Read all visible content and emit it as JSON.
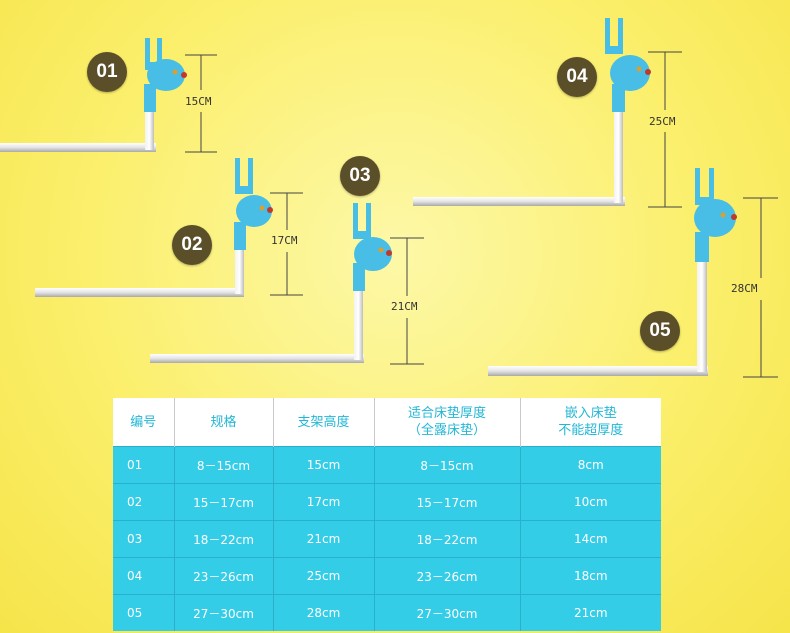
{
  "badges": [
    "01",
    "02",
    "03",
    "04",
    "05"
  ],
  "measurements": [
    "15CM",
    "17CM",
    "21CM",
    "25CM",
    "28CM"
  ],
  "table": {
    "headers": [
      "编号",
      "规格",
      "支架高度",
      "适合床垫厚度\n（全露床垫）",
      "嵌入床垫\n不能超厚度"
    ],
    "rows": [
      [
        "01",
        "8－15cm",
        "15cm",
        "8－15cm",
        "8cm"
      ],
      [
        "02",
        "15－17cm",
        "17cm",
        "15－17cm",
        "10cm"
      ],
      [
        "03",
        "18－22cm",
        "21cm",
        "18－22cm",
        "14cm"
      ],
      [
        "04",
        "23－26cm",
        "25cm",
        "23－26cm",
        "18cm"
      ],
      [
        "05",
        "27－30cm",
        "28cm",
        "27－30cm",
        "21cm"
      ]
    ]
  },
  "colors": {
    "accent": "#33cde8",
    "badge": "#5b4f2a",
    "bracket": "#48bde6",
    "background": "#fbef6c"
  }
}
